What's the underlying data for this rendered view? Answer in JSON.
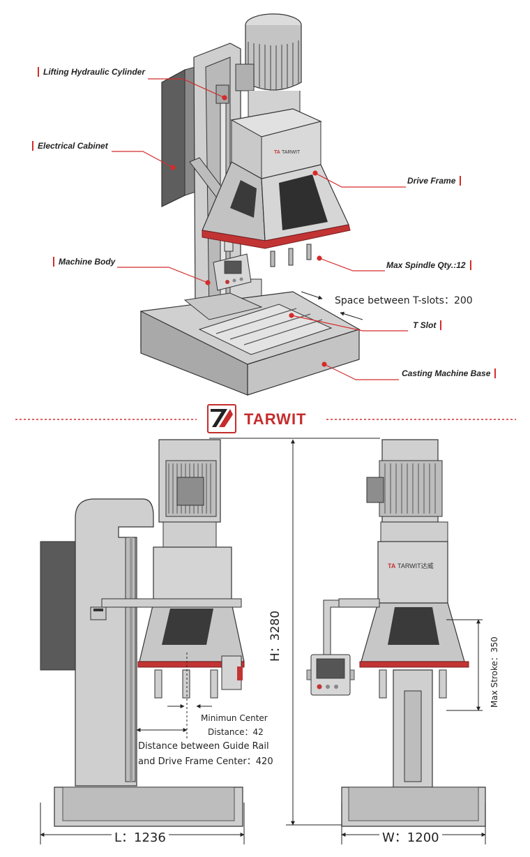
{
  "callouts": {
    "lifting_cylinder": "Lifting Hydraulic Cylinder",
    "electrical_cabinet": "Electrical Cabinet",
    "drive_frame": "Drive Frame",
    "machine_body": "Machine Body",
    "max_spindle": "Max Spindle Qty.:12",
    "t_slot": "T Slot",
    "casting_base": "Casting Machine Base"
  },
  "annotations": {
    "t_slot_space": "Space between T-slots：200"
  },
  "brand": {
    "name": "TARWIT",
    "plate_label": "TARWIT达威"
  },
  "dimensions": {
    "height": "H：3280",
    "length": "L：1236",
    "width": "W：1200",
    "max_stroke": "Max Stroke：350",
    "min_center_line1": "Minimun Center",
    "min_center_line2": "Distance：42",
    "guide_rail_line1": "Distance between Guide Rail",
    "guide_rail_line2": "and Drive Frame Center：420"
  },
  "colors": {
    "accent_red": "#d52b2b",
    "machine_gray": "#c8c8c8",
    "dark_gray": "#5a5a5a"
  }
}
